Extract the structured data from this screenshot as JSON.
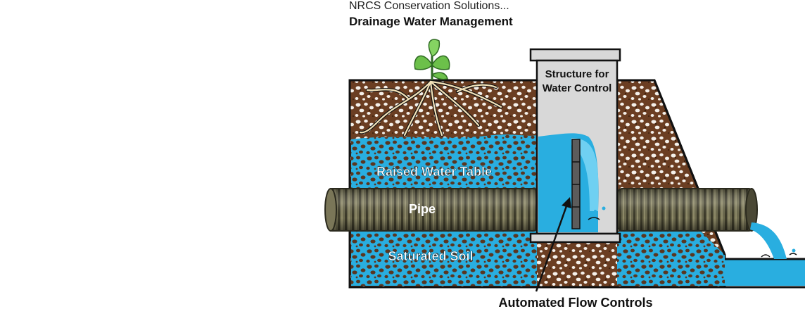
{
  "header": {
    "subtitle": "NRCS Conservation Solutions...",
    "title": "Drainage Water Management"
  },
  "labels": {
    "structure_line1": "Structure for",
    "structure_line2": "Water Control",
    "raised_water_table": "Raised Water Table",
    "pipe": "Pipe",
    "saturated_soil": "Saturated Soil",
    "flow_controls": "Automated Flow Controls"
  },
  "colors": {
    "soil": "#6b3e22",
    "soil_dark": "#3b1f0e",
    "pebble": "#f4f0ea",
    "water": "#29aee0",
    "water_light": "#6fd0f2",
    "pipe": "#6d6a4e",
    "pipe_dark": "#3d3b2a",
    "structure": "#d8d8d8",
    "plant": "#6cc04a",
    "roots": "#f3e2b8"
  },
  "icons": {
    "plant": "seedling-icon",
    "roots": "roots-icon"
  }
}
